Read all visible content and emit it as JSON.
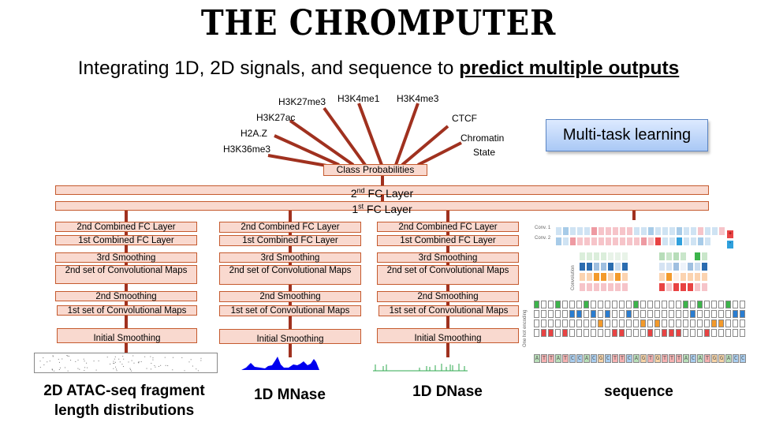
{
  "header": {
    "title": "THE CHROMPUTER",
    "subtitle_plain": "Integrating 1D, 2D signals, and sequence to ",
    "subtitle_emph": "predict multiple outputs"
  },
  "outputs": {
    "labels": [
      "H3K27me3",
      "H3K4me1",
      "H3K4me3",
      "H3K27ac",
      "CTCF",
      "H2A.Z",
      "Chromatin",
      "State",
      "H3K36me3"
    ],
    "class_probabilities": "Class Probabilities",
    "multi_task": "Multi-task learning"
  },
  "fc": {
    "layer2_num": "2",
    "layer2_sup": "nd",
    "layer2_text": " FC Layer",
    "layer1_num": "1",
    "layer1_sup": "st",
    "layer1_text": " FC Layer"
  },
  "column_layers": {
    "combined2": "2nd Combined FC Layer",
    "combined1": "1st Combined FC Layer",
    "smooth3": "3rd Smoothing",
    "conv2": "2nd set of Convolutional Maps",
    "smooth2": "2nd Smoothing",
    "conv1": "1st set of Convolutional Maps",
    "initial": "Initial Smoothing"
  },
  "inputs": {
    "atac": "2D ATAC-seq fragment length distributions",
    "mnase": "1D MNase",
    "dnase": "1D DNase",
    "sequence": "sequence"
  },
  "sequence_panel": {
    "conv1_label": "Conv. 1",
    "conv2_label": "Conv. 2",
    "convolution_label": "Convolution",
    "onehot_label": "One hot encoding",
    "plus": "+",
    "minus": "-",
    "bases": "ATTATCCACGCTTCAGTGTTTACATGGACC"
  },
  "colors": {
    "connector": "#a0311f",
    "box_fill": "#f9d9cf",
    "box_border": "#c55a2e",
    "mnase": "#0000ee",
    "dnase": "#2fa84f",
    "A": "#3cb44b",
    "C": "#2a7dd1",
    "G": "#f39a2b",
    "T": "#e84343"
  }
}
